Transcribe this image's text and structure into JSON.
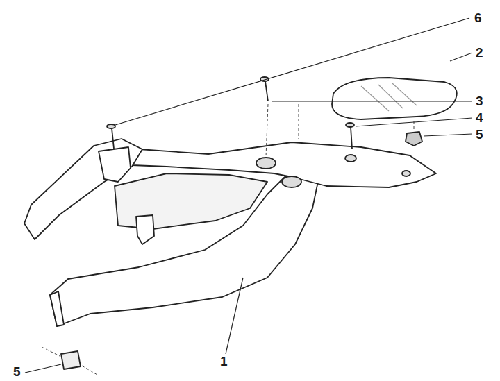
{
  "diagram": {
    "labels": [
      "6",
      "2",
      "3",
      "4",
      "5",
      "1",
      "5"
    ]
  }
}
